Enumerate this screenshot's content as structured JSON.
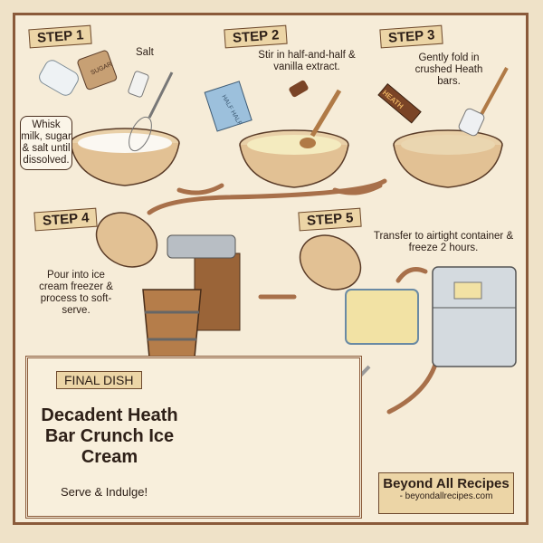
{
  "steps": [
    {
      "label": "STEP 1",
      "ingredient_labels": {
        "salt": "Salt",
        "sugar": "SUGAR"
      },
      "text": "Whisk milk, sugar & salt until dissolved."
    },
    {
      "label": "STEP 2",
      "ingredient_labels": {
        "carton": "HALF HALF"
      },
      "text": "Stir in half-and-half & vanilla extract."
    },
    {
      "label": "STEP 3",
      "ingredient_labels": {
        "candy": "HEATH"
      },
      "text": "Gently fold in crushed Heath bars."
    },
    {
      "label": "STEP 4",
      "text": "Pour into ice cream freezer & process to soft-serve."
    },
    {
      "label": "STEP 5",
      "text": "Transfer to airtight container & freeze 2 hours."
    }
  ],
  "final": {
    "label": "FINAL DISH",
    "title": "Decadent Heath Bar Crunch Ice Cream",
    "tagline": "Serve & Indulge!"
  },
  "branding": {
    "name": "Beyond All Recipes",
    "url": "- beyondallrecipes.com"
  },
  "colors": {
    "paper": "#f6ecd8",
    "border": "#8a5a3a",
    "banner": "#ecd5a6",
    "arrow": "#a8704a"
  }
}
